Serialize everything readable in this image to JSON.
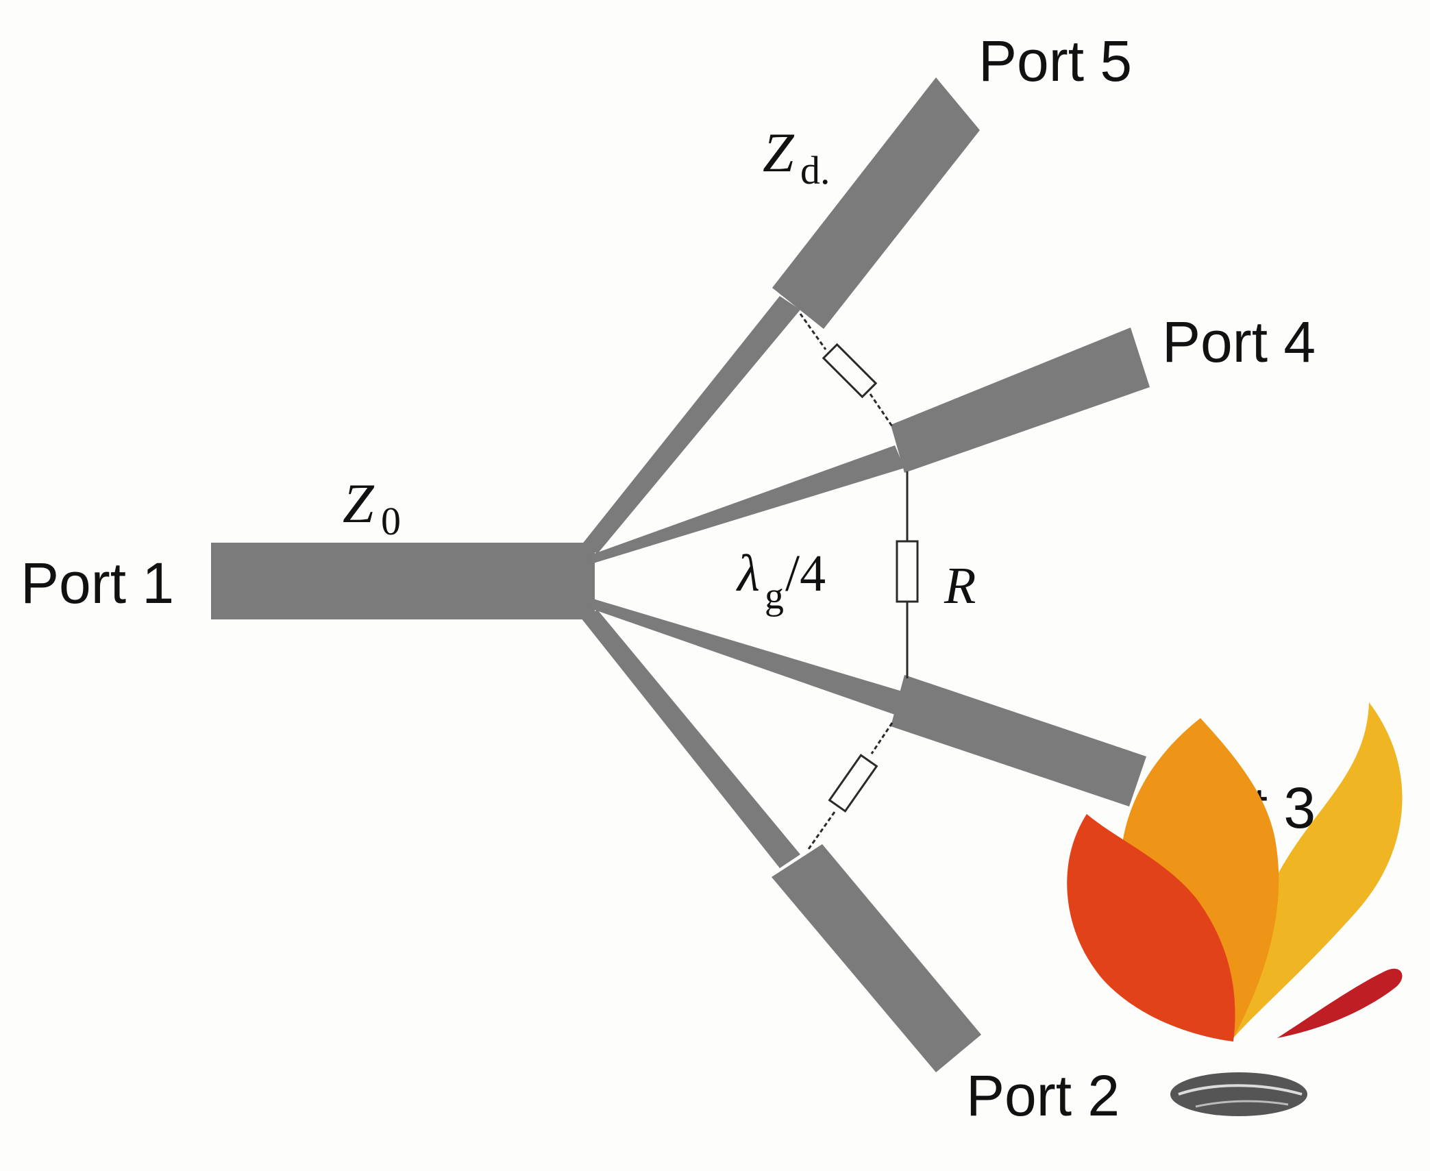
{
  "diagram": {
    "ports": {
      "port1": "Port 1",
      "port2": "Port 2",
      "port3": "Port 3",
      "port4": "Port 4",
      "port5": "Port 5"
    },
    "labels": {
      "z0_main": "Z",
      "z0_sub": "0",
      "zd_main": "Z",
      "zd_sub": "d.",
      "lambda_main": "λ",
      "lambda_sub": "g",
      "lambda_rest": "/4",
      "resistor": "R"
    },
    "colors": {
      "trace": "#7b7b7b",
      "resistor_line": "#2a2a2a",
      "flame_red": "#e2421a",
      "flame_orange": "#ee9416",
      "flame_yellow": "#f0b523",
      "flame_crimson": "#bf1e24",
      "emblem_dark": "#555555"
    },
    "icons": [
      "flame-logo-icon",
      "resistor-icon"
    ]
  }
}
